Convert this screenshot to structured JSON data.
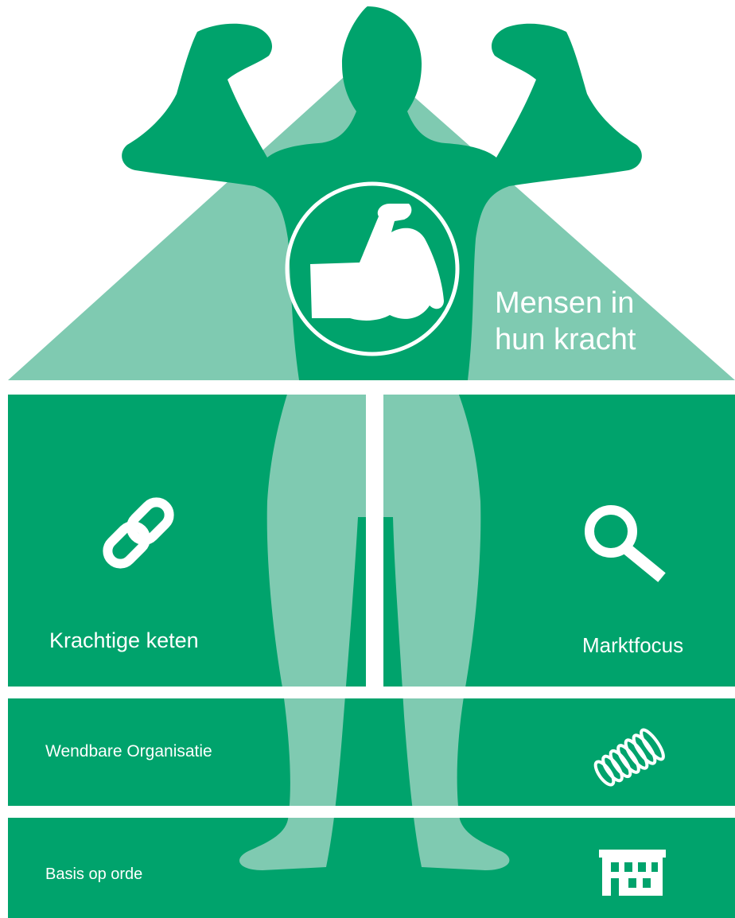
{
  "colors": {
    "primary": "#00a36c",
    "light": "#7fcab1",
    "white": "#ffffff"
  },
  "roof": {
    "label_line1": "Mensen in",
    "label_line2": "hun kracht",
    "icon": "flexed-bicep-icon"
  },
  "pillars": {
    "left": {
      "label": "Krachtige keten",
      "icon": "chain-link-icon"
    },
    "right": {
      "label": "Marktfocus",
      "icon": "magnifier-icon"
    }
  },
  "foundations": [
    {
      "label": "Wendbare Organisatie",
      "icon": "spring-coil-icon"
    },
    {
      "label": "Basis op orde",
      "icon": "building-icon"
    }
  ]
}
